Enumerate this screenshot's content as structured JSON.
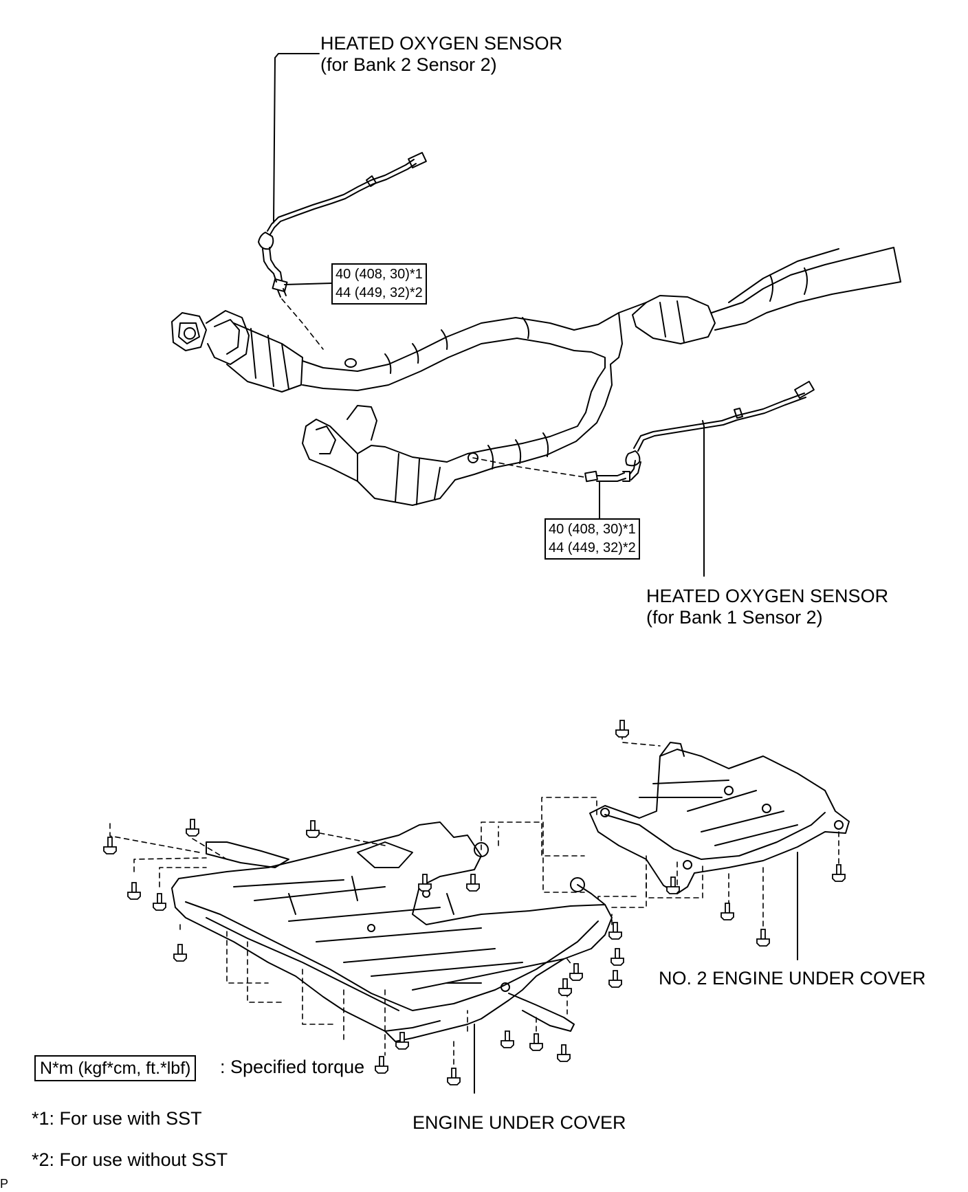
{
  "sensors": {
    "bank2": {
      "name": "HEATED OXYGEN SENSOR",
      "note": "(for Bank 2 Sensor 2)"
    },
    "bank1": {
      "name": "HEATED OXYGEN SENSOR",
      "note": "(for Bank 1 Sensor 2)"
    }
  },
  "torque": {
    "bank2": {
      "line1": "40 (408, 30)*1",
      "line2": "44 (449, 32)*2"
    },
    "bank1": {
      "line1": "40 (408, 30)*1",
      "line2": "44 (449, 32)*2"
    }
  },
  "covers": {
    "no2": "NO. 2 ENGINE UNDER COVER",
    "main": "ENGINE UNDER COVER"
  },
  "legend": {
    "unit": "N*m (kgf*cm, ft.*lbf)",
    "unit_desc": ": Specified torque",
    "note1": "*1: For use with SST",
    "note2": "*2: For use without SST"
  },
  "corner_mark": "P"
}
